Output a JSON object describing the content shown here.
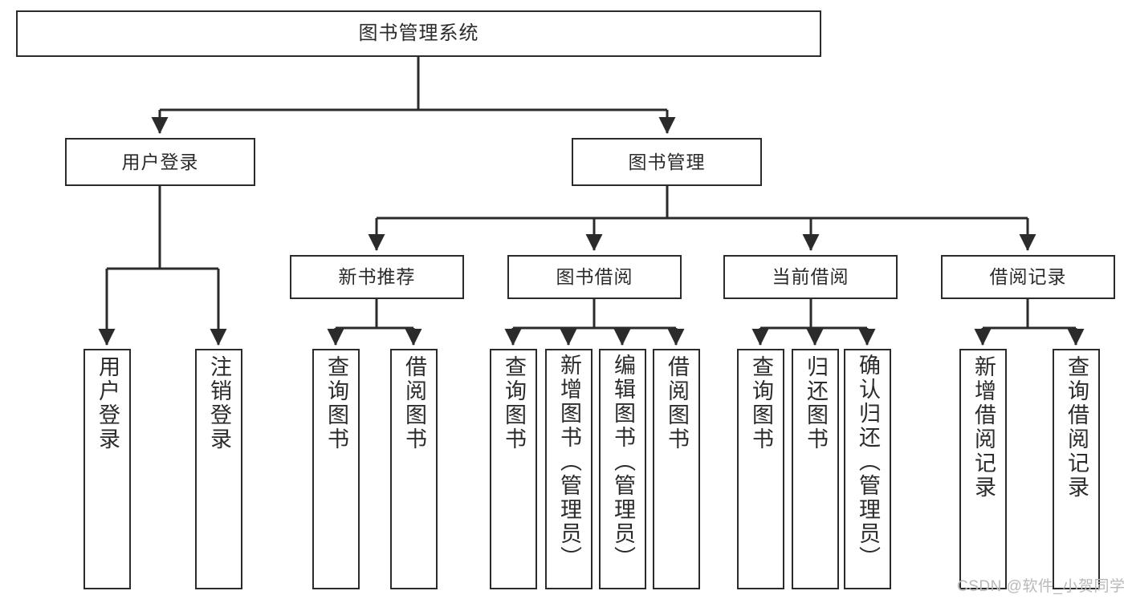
{
  "diagram": {
    "type": "hierarchy-tree",
    "title": "图书管理系统",
    "watermark": "CSDN @软件_小贺同学",
    "colors": {
      "stroke": "#2b2b2b",
      "fill": "#ffffff",
      "text": "#2b2b2b",
      "watermark": "#b9b9b9"
    },
    "nodes": {
      "root": {
        "label": "图书管理系统"
      },
      "level1": [
        {
          "id": "user-login",
          "label": "用户登录"
        },
        {
          "id": "book-manage",
          "label": "图书管理"
        }
      ],
      "level2": [
        {
          "id": "new-book-recommend",
          "label": "新书推荐"
        },
        {
          "id": "book-borrow",
          "label": "图书借阅"
        },
        {
          "id": "current-borrow",
          "label": "当前借阅"
        },
        {
          "id": "borrow-record",
          "label": "借阅记录"
        }
      ],
      "leaves": {
        "user_login": [
          {
            "id": "leaf-user-login",
            "label": "用户登录"
          },
          {
            "id": "leaf-logout-login",
            "label": "注销登录"
          }
        ],
        "new_book_recommend": [
          {
            "id": "leaf-query-book-1",
            "label": "查询图书"
          },
          {
            "id": "leaf-borrow-book-1",
            "label": "借阅图书"
          }
        ],
        "book_borrow": [
          {
            "id": "leaf-query-book-2",
            "label": "查询图书"
          },
          {
            "id": "leaf-add-book",
            "label": "新增图书（管理员）"
          },
          {
            "id": "leaf-edit-book",
            "label": "编辑图书（管理员）"
          },
          {
            "id": "leaf-borrow-book-2",
            "label": "借阅图书"
          }
        ],
        "current_borrow": [
          {
            "id": "leaf-query-book-3",
            "label": "查询图书"
          },
          {
            "id": "leaf-return-book",
            "label": "归还图书"
          },
          {
            "id": "leaf-confirm-return",
            "label": "确认归还（管理员）"
          }
        ],
        "borrow_record": [
          {
            "id": "leaf-add-record",
            "label": "新增借阅记录"
          },
          {
            "id": "leaf-query-record",
            "label": "查询借阅记录"
          }
        ]
      }
    }
  }
}
